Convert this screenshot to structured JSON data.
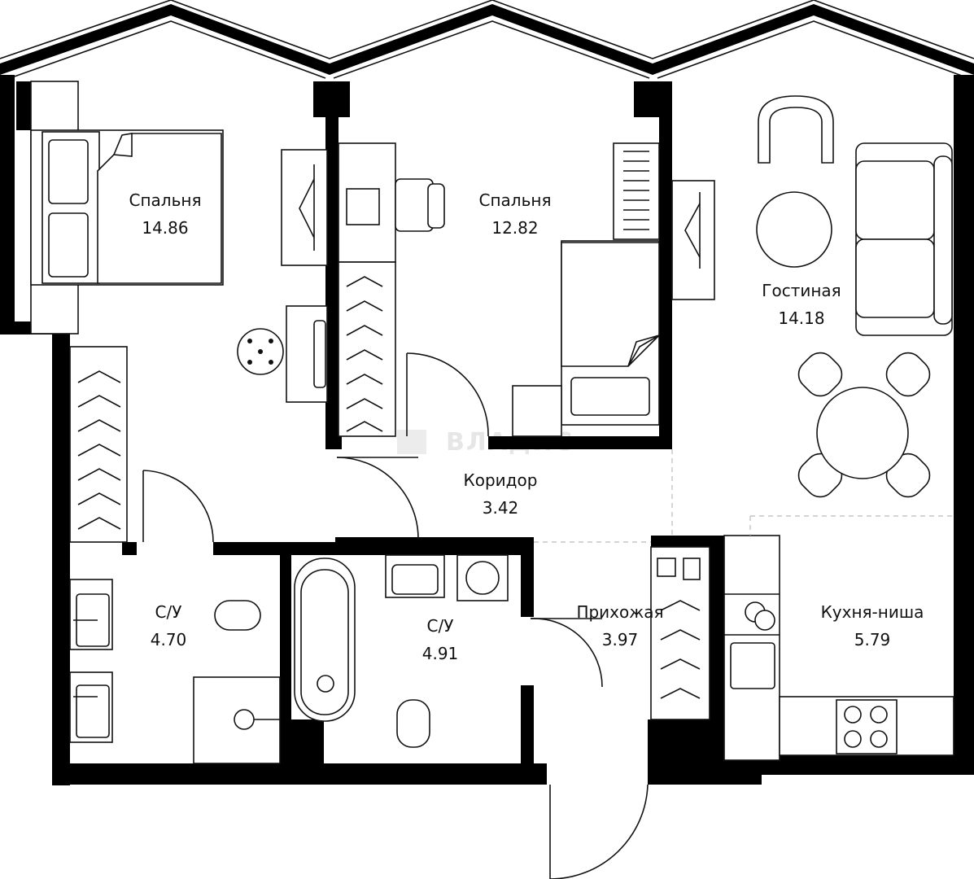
{
  "rooms": [
    {
      "name": "Спальня",
      "area": "14.86"
    },
    {
      "name": "Спальня",
      "area": "12.82"
    },
    {
      "name": "Гостиная",
      "area": "14.18"
    },
    {
      "name": "Коридор",
      "area": "3.42"
    },
    {
      "name": "С/У",
      "area": "4.70"
    },
    {
      "name": "С/У",
      "area": "4.91"
    },
    {
      "name": "Прихожая",
      "area": "3.97"
    },
    {
      "name": "Кухня-ниша",
      "area": "5.79"
    }
  ],
  "watermark": "ВЛАДИС"
}
